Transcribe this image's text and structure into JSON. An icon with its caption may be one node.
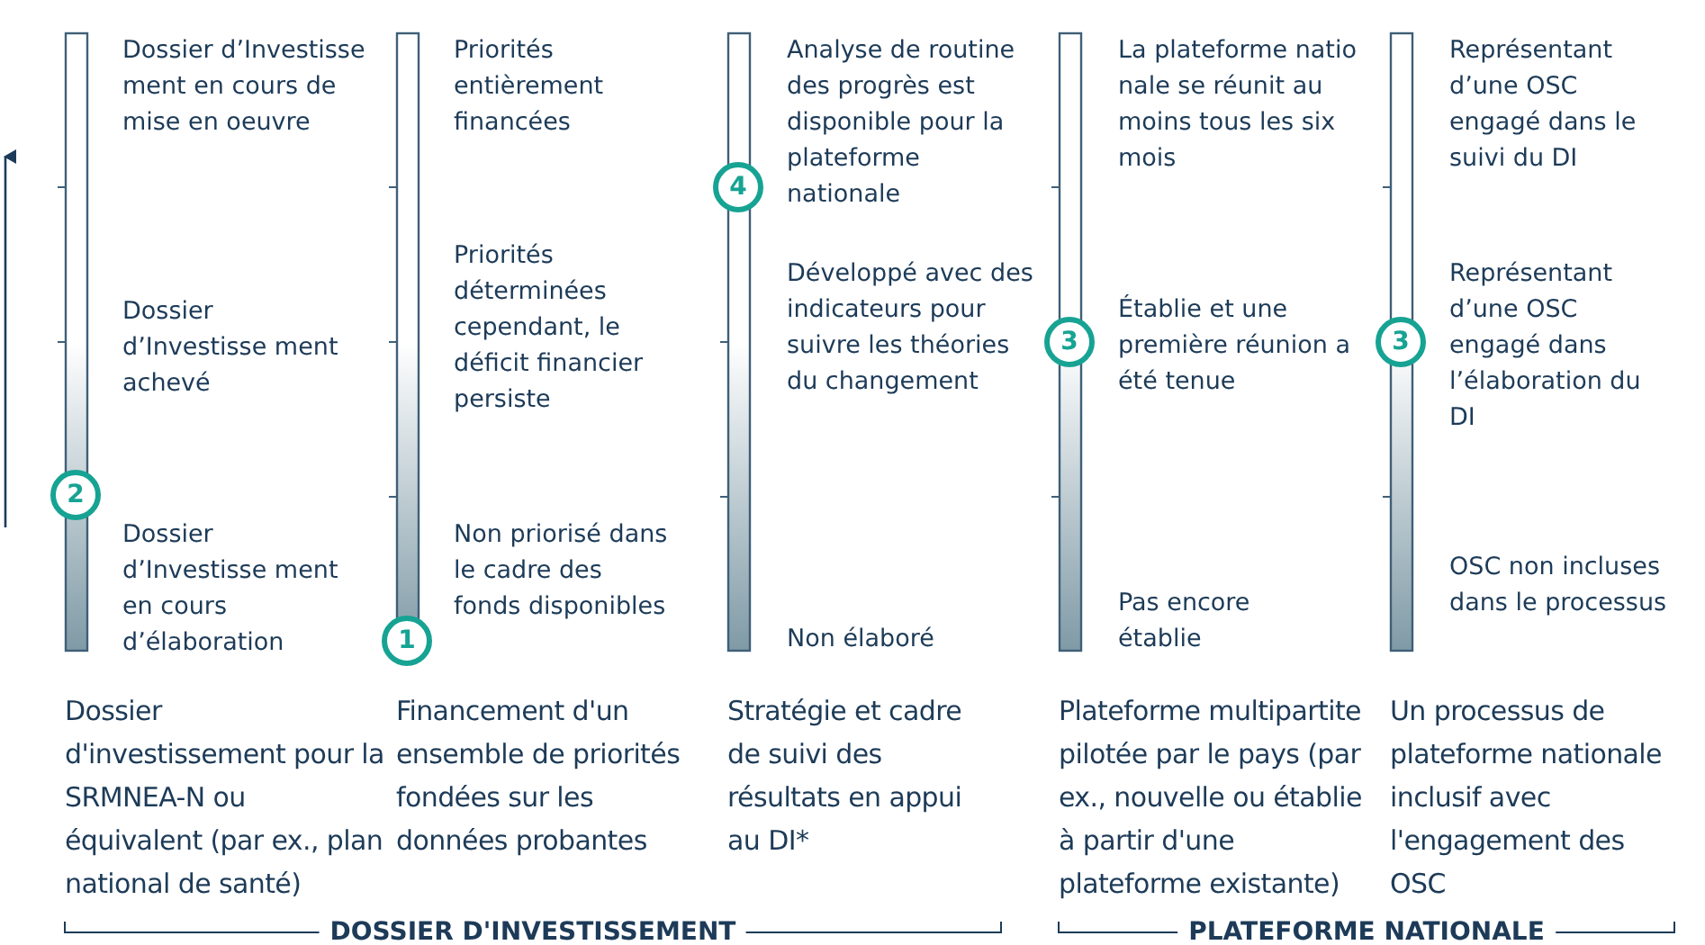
{
  "diagram": {
    "labels": [
      "Dossier d’Investisse ment en cours de mise en oeuvre",
      "Dossier d’Investisse ment achevé",
      "Dossier d’Investisse ment en cours d’élaboration",
      "2",
      "Dossier d'investissement pour la SRMNEA-N ou équivalent (par ex., plan national de santé)",
      "Priorités entièrement financées",
      "Priorités déterminées cependant, le déficit financier persiste",
      "Non priorisé dans le cadre des fonds disponibles",
      "1",
      "Financement d'un ensemble de priorités fondées sur les données probantes",
      "Analyse de routine des progrès est disponible pour la plateforme nationale",
      "Développé avec des indicateurs pour suivre les théories du changement",
      "Non élaboré",
      "4",
      "Stratégie et cadre de suivi des résultats en appui au DI*",
      "La plateforme natio nale se réunit au moins tous les six mois",
      "Établie et une première réunion a été tenue",
      "Pas encore établie",
      "3",
      "Plateforme multipartite pilotée par le pays (par ex., nouvelle ou établie à partir d'une plateforme existante)",
      "Représentant d’une OSC engagé dans le suivi du DI",
      "Représentant d’une OSC engagé dans l’élaboration du DI",
      "OSC non incluses dans le processus",
      "3",
      "Un processus de plateforme nationale inclusif avec l'engagement des OSC",
      "DOSSIER D'INVESTISSEMENT",
      "PLATEFORME NATIONALE"
    ]
  }
}
